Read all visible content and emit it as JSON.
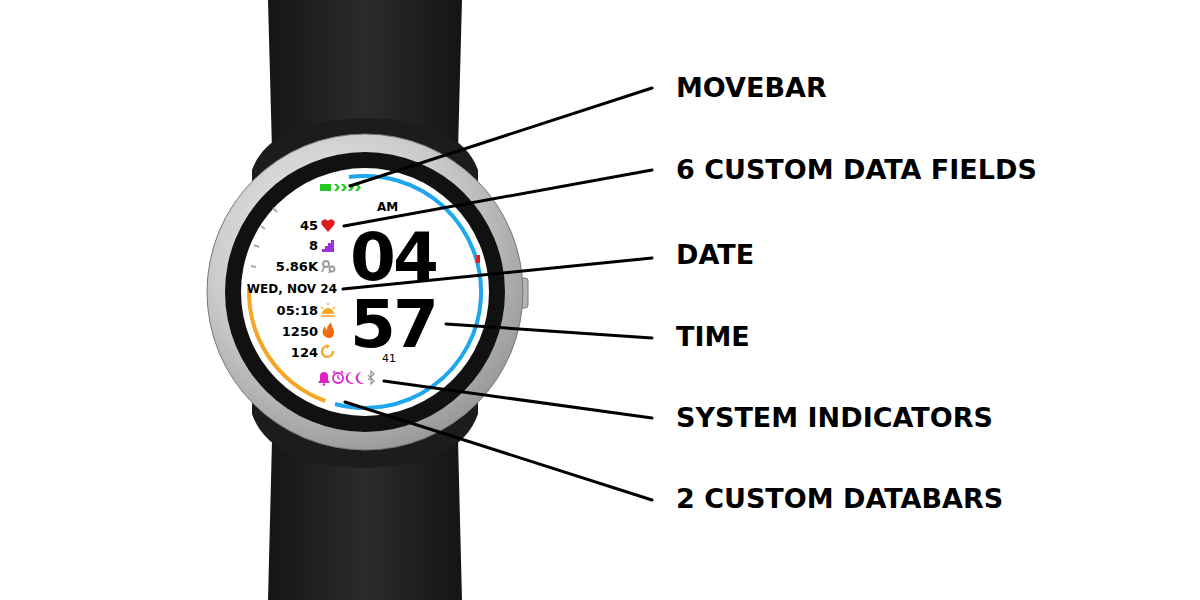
{
  "diagram": {
    "labels": [
      "MOVEBAR",
      "6 CUSTOM DATA FIELDS",
      "DATE",
      "TIME",
      "SYSTEM INDICATORS",
      "2 CUSTOM DATABARS",
      "45",
      "8",
      "5.86K",
      "WED, NOV 24",
      "05:18",
      "1250",
      "124",
      "AM",
      "04",
      "57",
      "41"
    ]
  }
}
